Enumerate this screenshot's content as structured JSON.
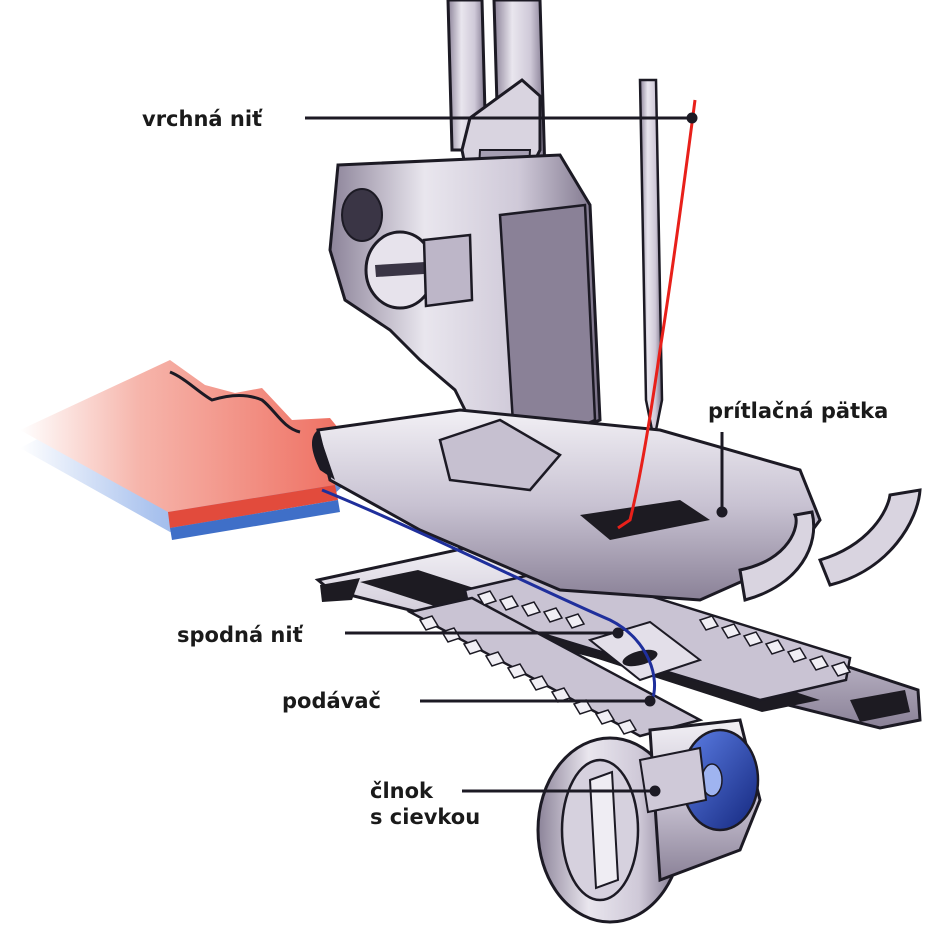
{
  "labels": {
    "upper_thread": "vrchná niť",
    "presser_foot": "prítlačná pätka",
    "lower_thread": "spodná niť",
    "feed_dog": "podávač",
    "hook_line1": "člnok",
    "hook_line2": "s cievkou"
  },
  "colors": {
    "upper_thread": "#e8201a",
    "lower_thread": "#1f2f9c",
    "fabric_top": "#ee6a5c",
    "fabric_bottom": "#5b88d6",
    "metal_light": "#e9e6ee",
    "metal_mid": "#b9b3c6",
    "metal_dark": "#6e6580",
    "outline": "#1c1a24",
    "bobbin": "#1c3fb8"
  }
}
